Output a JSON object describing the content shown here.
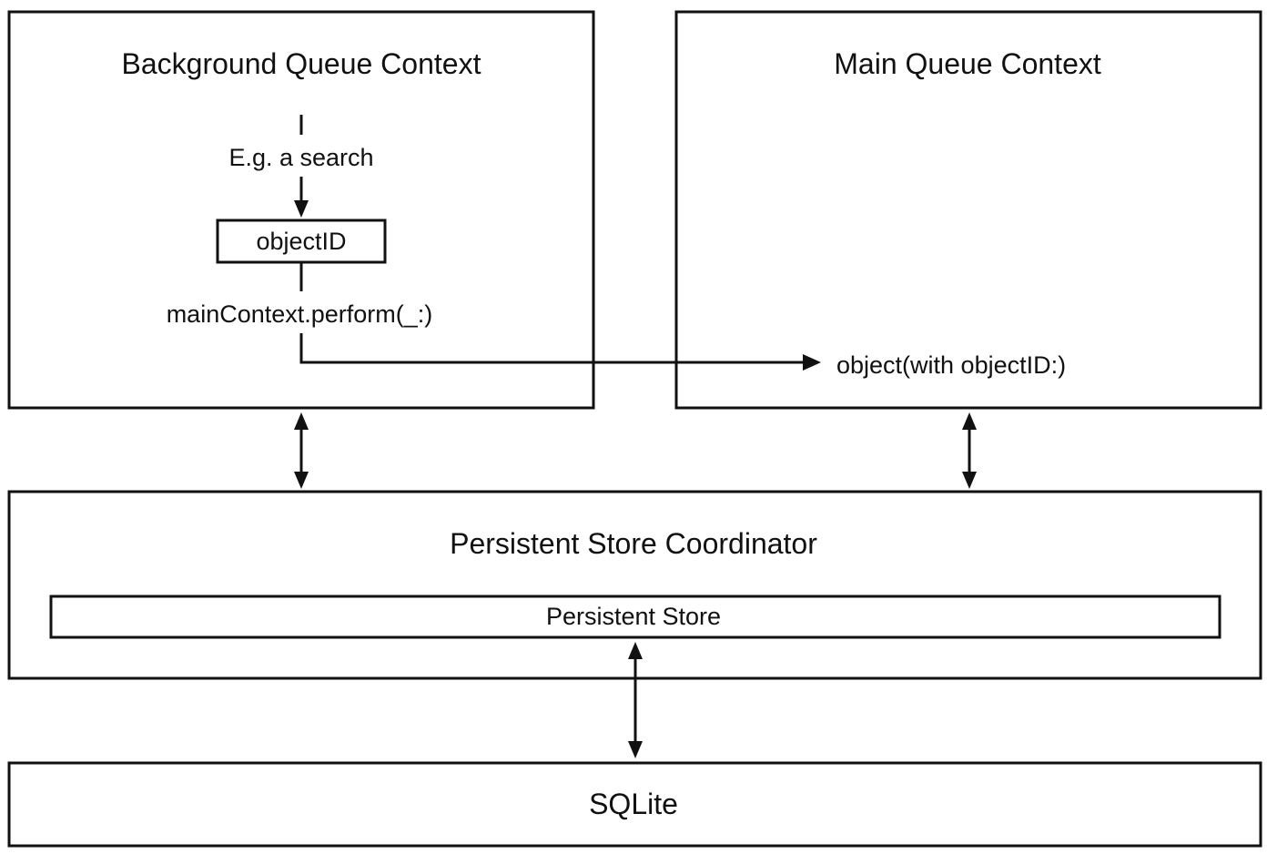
{
  "contexts": {
    "background": {
      "title": "Background Queue Context",
      "step_label": "E.g. a search",
      "object_id_label": "objectID",
      "perform_label": "mainContext.perform(_:)"
    },
    "main": {
      "title": "Main Queue Context",
      "object_call_label": "object(with objectID:)"
    }
  },
  "coordinator": {
    "title": "Persistent Store Coordinator",
    "store_label": "Persistent Store"
  },
  "database": {
    "title": "SQLite"
  }
}
